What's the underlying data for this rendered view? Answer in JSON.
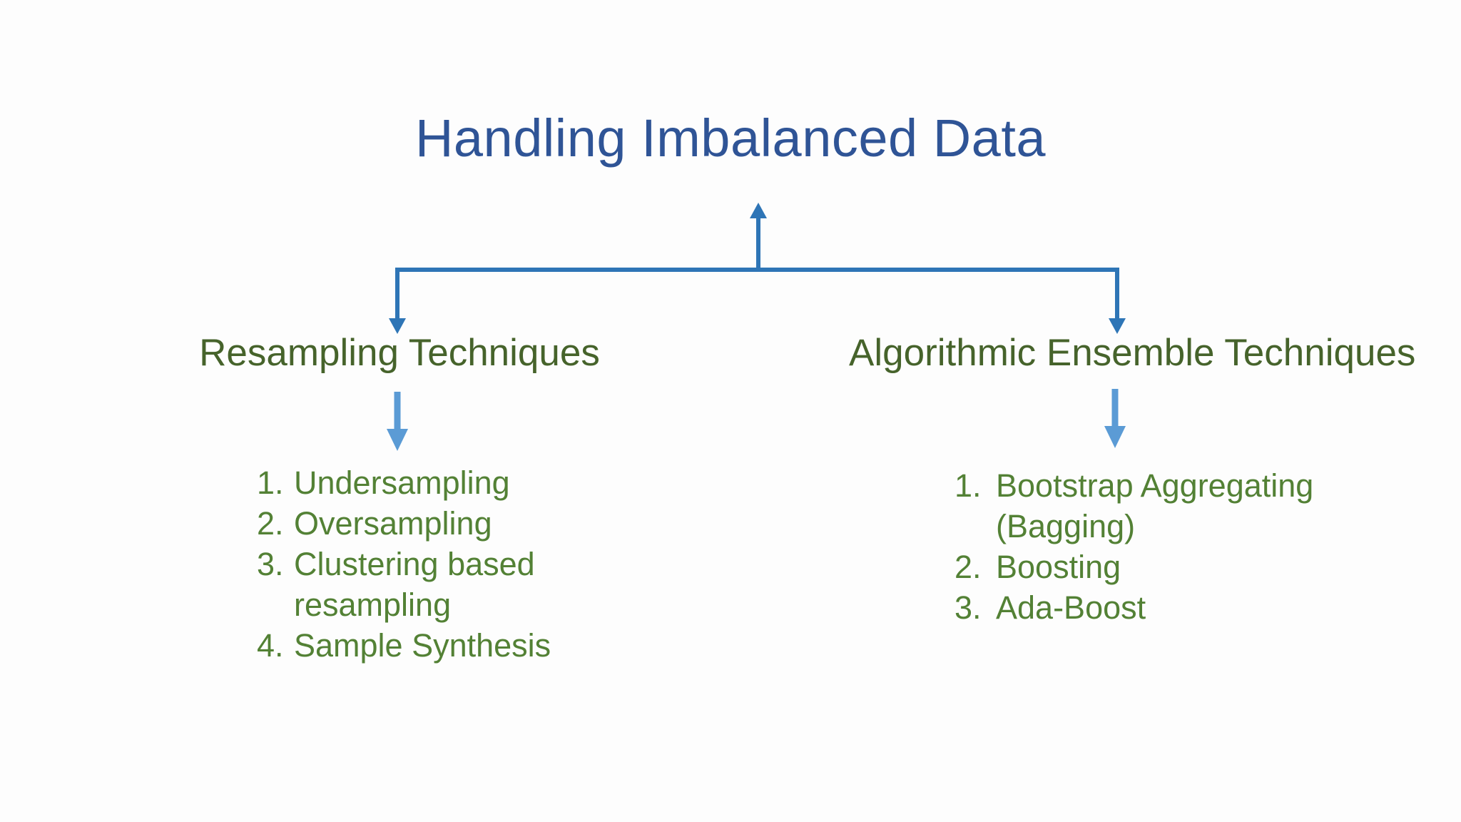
{
  "diagram": {
    "title": "Handling Imbalanced Data",
    "branches": [
      {
        "label": "Resampling Techniques",
        "items": [
          {
            "num": "1.",
            "text": "Undersampling"
          },
          {
            "num": "2.",
            "text": "Oversampling"
          },
          {
            "num": "3.",
            "text": "Clustering based\nresampling"
          },
          {
            "num": "4.",
            "text": "Sample Synthesis"
          }
        ]
      },
      {
        "label": "Algorithmic Ensemble Techniques",
        "items": [
          {
            "num": "1.",
            "text": "Bootstrap Aggregating\n(Bagging)"
          },
          {
            "num": "2.",
            "text": "Boosting"
          },
          {
            "num": "3.",
            "text": "Ada-Boost"
          }
        ]
      }
    ]
  },
  "icons": {
    "up_arrow": "up-arrow-icon",
    "left_branch_arrow": "down-arrow-icon",
    "right_branch_arrow": "down-arrow-icon",
    "left_drop_arrow": "down-arrow-icon",
    "right_drop_arrow": "down-arrow-icon"
  },
  "colors": {
    "title_blue": "#2F5496",
    "connector_blue": "#2E75B6",
    "light_arrow_blue": "#5B9BD5",
    "heading_green": "#46632B",
    "list_green": "#538135",
    "background": "#FDFDFD"
  }
}
